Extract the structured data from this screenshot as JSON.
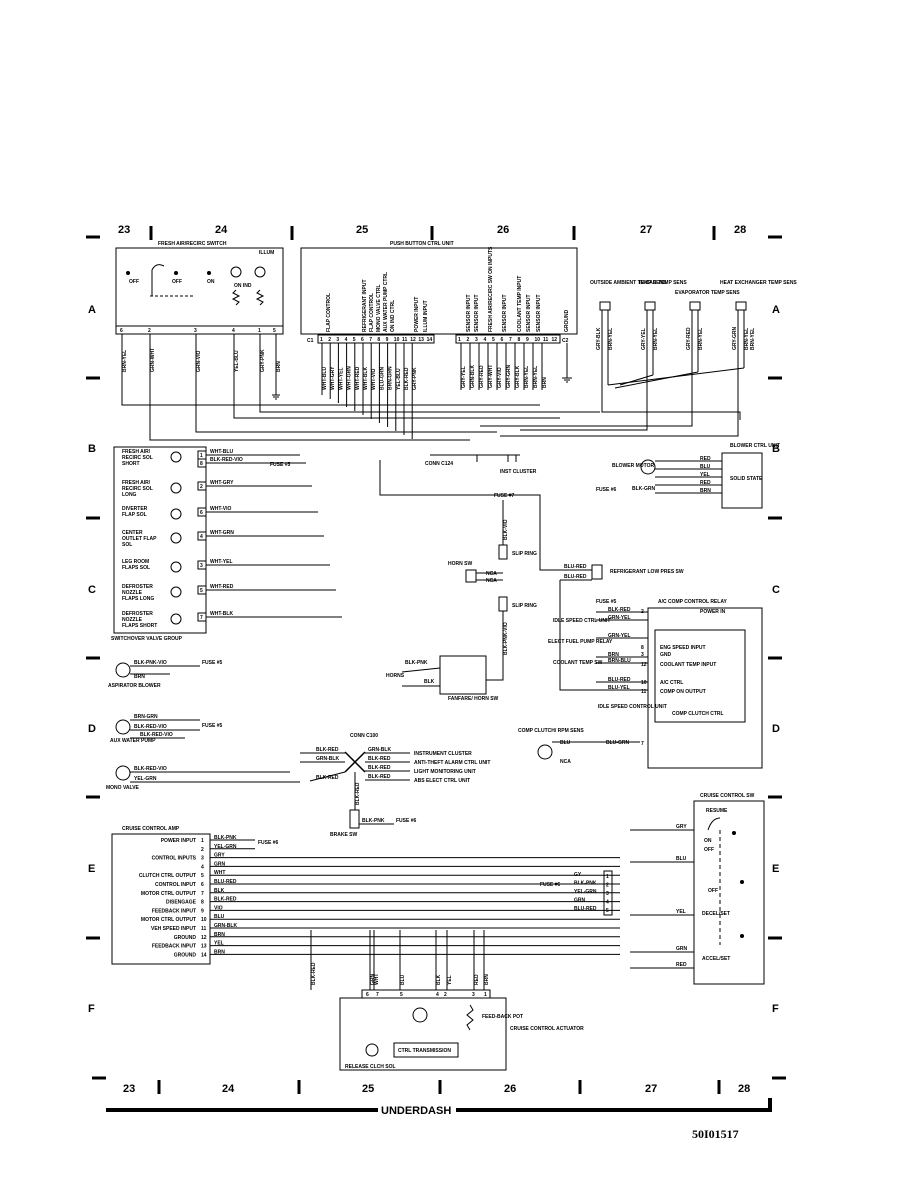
{
  "grid": {
    "columns": [
      "23",
      "24",
      "25",
      "26",
      "27",
      "28"
    ],
    "rows": [
      "A",
      "B",
      "C",
      "D",
      "E",
      "F"
    ]
  },
  "footer": {
    "section": "UNDERDASH",
    "code": "50I01517"
  },
  "fresh_air_switch": {
    "title": "FRESH AIR/RECIRC SWITCH",
    "illum": "ILLUM",
    "off1": "OFF",
    "off2": "OFF",
    "on": "ON",
    "on_ind": "ON IND",
    "pins": [
      "6",
      "2",
      "3",
      "4",
      "1",
      "5"
    ],
    "wires": [
      "BRN-YEL",
      "GRN-WHT",
      "GRN-VIO",
      "YEL-BLU",
      "GRY-PNK",
      "BRN"
    ]
  },
  "push_button_unit": {
    "title": "PUSH BUTTON CTRL UNIT",
    "c1": "C1",
    "c2": "C2",
    "labels": [
      "FLAP CONTROL",
      "REFRIGERANT INPUT",
      "FLAP CONTROL",
      "MONO VALVE CTRL",
      "AUX WATER PUMP CTRL",
      "ON IND CTRL",
      "POWER INPUT",
      "ILLUM INPUT",
      "SENSOR INPUT",
      "SENSOR INPUT",
      "FRESH AIR/RECIRC SW ON INPUTS",
      "SENSOR INPUT",
      "COOLANT TEMP INPUT",
      "SENSOR INPUT",
      "SENSOR INPUT",
      "GROUND"
    ],
    "c1_pins": [
      "1",
      "2",
      "3",
      "4",
      "5",
      "6",
      "7",
      "8",
      "9",
      "10",
      "11",
      "12",
      "13",
      "14"
    ],
    "c2_pins": [
      "1",
      "2",
      "3",
      "4",
      "5",
      "6",
      "7",
      "8",
      "9",
      "10",
      "11",
      "12"
    ],
    "c1_wires": [
      "WHT-BLU",
      "WHT-GRY",
      "WHT-YEL",
      "WHT-GRN",
      "WHT-RED",
      "WHT-BLK",
      "WHT-VIO",
      "BLU-GRN",
      "BRN-GRN",
      "YEL-BLU",
      "BLK-RED",
      "GRY-PNK"
    ],
    "c2_wires": [
      "GRY-YEL",
      "GRN-BLK",
      "GRY-RED",
      "GRY-WHT",
      "GRY-VIO",
      "GRY-GRN",
      "GRY-BLK",
      "BRN-YEL",
      "BRN-YEL",
      "BRN"
    ]
  },
  "sensors": [
    {
      "name": "OUTSIDE AMBIENT TEMP SENS",
      "wires": [
        "GRY-BLK",
        "BRN-YEL"
      ]
    },
    {
      "name": "IN-CAR TEMP SENS",
      "wires": [
        "GRY-YEL",
        "BRN-YEL"
      ]
    },
    {
      "name": "EVAPORATOR TEMP SENS",
      "wires": [
        "GRY-RED",
        "BRN-YEL"
      ]
    },
    {
      "name": "HEAT EXCHANGER TEMP SENS",
      "wires": [
        "GRY-GRN",
        "BRN-YEL",
        "BRN-YEL"
      ]
    }
  ],
  "switchover": {
    "group": "SWITCHOVER VALVE GROUP",
    "items": [
      {
        "name": "FRESH AIR/ RECIRC SOL SHORT",
        "pin": "1",
        "wire": "WHT-BLU"
      },
      {
        "name": "",
        "pin": "8",
        "wire": "BLK-RED-VIO"
      },
      {
        "name": "FRESH AIR/ RECIRC SOL LONG",
        "pin": "2",
        "wire": "WHT-GRY"
      },
      {
        "name": "DIVERTER FLAP SOL",
        "pin": "6",
        "wire": "WHT-VIO"
      },
      {
        "name": "CENTER OUTLET FLAP SOL",
        "pin": "4",
        "wire": "WHT-GRN"
      },
      {
        "name": "LEG ROOM FLAPS SOL",
        "pin": "3",
        "wire": "WHT-YEL"
      },
      {
        "name": "DEFROSTER NOZZLE FLAPS LONG",
        "pin": "5",
        "wire": "WHT-RED"
      },
      {
        "name": "DEFROSTER NOZZLE FLAPS SHORT",
        "pin": "7",
        "wire": "WHT-BLK"
      }
    ],
    "fuse5": "FUSE #5"
  },
  "blower": {
    "unit": "BLOWER CTRL UNIT",
    "motor": "BLOWER MOTOR",
    "state": "SOLID STATE",
    "wires": [
      "RED",
      "BLU",
      "YEL",
      "RED",
      "BRN"
    ],
    "fuse": "FUSE #6",
    "fuse_wire": "BLK-GRN"
  },
  "conn_c124": "CONN C124",
  "inst_cluster": "INST CLUSTER",
  "fuse_mid": "FUSE #5",
  "horn": {
    "fuse7": "FUSE #7",
    "wire_top": "BLK-VIO",
    "slip_ring": "SLIP RING",
    "horn_sw": "HORN SW",
    "nca": "NCA",
    "wire_bottom": "BLK-PNK-VIO",
    "horns": "HORNS",
    "blk_pnk": "BLK-PNK",
    "blk": "BLK",
    "fanfare": "FANFARE/ HORN SW"
  },
  "refrigerant": {
    "name": "REFRIGERANT LOW PRES SW",
    "wires": [
      "BLU-RED",
      "BLU-RED"
    ]
  },
  "ac_relay": {
    "title": "A/C COMP CONTROL RELAY",
    "fuse": "FUSE #5",
    "idle_ctrl": "IDLE SPEED CTRL UNIT",
    "elect_fuel": "ELECT FUEL PUMP RELAY",
    "coolant": "COOLANT TEMP SW",
    "idle_ctrl2": "IDLE SPEED CONTROL UNIT",
    "wires": [
      "BLK-RED",
      "GRN-YEL",
      "GRN-YEL",
      "BRN",
      "BRN-BLU",
      "BLU-RED",
      "BLU-YEL"
    ],
    "pins": [
      "2",
      "8",
      "3",
      "12",
      "10",
      "11"
    ],
    "inputs": [
      "POWER IN",
      "ENG SPEED INPUT",
      "GND",
      "COOLANT TEMP INPUT",
      "A/C CTRL",
      "COMP ON OUTPUT"
    ],
    "clutch_ctrl": "COMP CLUTCH CTRL",
    "comp_clutch": "COMP CLUTCH/ RPM SENS",
    "blu": "BLU",
    "blu_grn": "BLU-GRN",
    "nca": "NCA",
    "pin7": "7"
  },
  "aspirator": {
    "name": "ASPIRATOR BLOWER",
    "wires": [
      "BLK-PNK-VIO",
      "BRN"
    ],
    "fuse": "FUSE #5"
  },
  "aux_pump": {
    "name": "AUX WATER PUMP",
    "wires": [
      "BRN-GRN",
      "BLK-RED-VIO",
      "BLK-RED-VIO"
    ],
    "fuse": "FUSE #5"
  },
  "mono_valve": {
    "name": "MONO VALVE",
    "wires": [
      "BLK-RED-VIO",
      "YEL-GRN"
    ]
  },
  "conn_c100": {
    "name": "CONN C100",
    "wires_left": [
      "BLK-RED",
      "GRN-BLK",
      "BLK-RED"
    ],
    "wires_right": [
      "GRN-BLK",
      "BLK-RED",
      "BLK-RED",
      "BLK-RED"
    ],
    "dest": [
      "INSTRUMENT CLUSTER",
      "ANTI-THEFT ALARM CTRL UNIT",
      "LIGHT MONITORING UNIT",
      "ABS ELECT CTRL UNIT"
    ],
    "brake_sw": "BRAKE SW",
    "brake_wire": "BLK-RED",
    "brake_fuse_wire": "BLK-PNK",
    "brake_fuse": "FUSE #6"
  },
  "cruise_amp": {
    "title": "CRUISE CONTROL AMP",
    "inputs": [
      "POWER INPUT",
      "",
      "CONTROL INPUTS",
      "",
      "CLUTCH CTRL OUTPUT",
      "CONTROL INPUT",
      "MOTOR CTRL OUTPUT",
      "DISENGAGE",
      "FEEDBACK INPUT",
      "MOTOR CTRL OUTPUT",
      "VEH SPEED INPUT",
      "GROUND",
      "FEEDBACK INPUT",
      "GROUND"
    ],
    "pins": [
      "1",
      "2",
      "3",
      "4",
      "5",
      "6",
      "7",
      "8",
      "9",
      "10",
      "11",
      "12",
      "13",
      "14"
    ],
    "wires": [
      "BLK-PNK",
      "YEL-GRN",
      "GRY",
      "GRN",
      "WHT",
      "BLU-RED",
      "BLK",
      "BLK-RED",
      "VIO",
      "BLU",
      "GRN-BLK",
      "BRN",
      "YEL",
      "BRN"
    ],
    "fuse": "FUSE #6"
  },
  "cruise_sw": {
    "title": "CRUISE CONTROL SW",
    "resume": "RESUME",
    "on": "ON",
    "off": "OFF",
    "off2": "OFF",
    "decel": "DECEL/SET",
    "accel": "ACCEL/SET",
    "wires": [
      "GRY",
      "BLU",
      "YEL",
      "GRN",
      "RED"
    ],
    "pins": [
      "1",
      "2",
      "3",
      "4",
      "5"
    ],
    "left_wires": [
      "GY",
      "BLK-PNK",
      "YEL-GRN",
      "GRN",
      "BLU-RED"
    ],
    "fuse": "FUSE #6"
  },
  "actuator": {
    "name": "CRUISE CONTROL ACTUATOR",
    "pins": [
      "6",
      "7",
      "5",
      "4",
      "2",
      "3",
      "1"
    ],
    "wires": [
      "BLK-RED",
      "GRN",
      "WHT",
      "BLU",
      "BLK",
      "YEL",
      "RED",
      "BRN"
    ],
    "feedback": "FEED-BACK POT",
    "ctrl": "CTRL TRANSMISSION",
    "release": "RELEASE CLCH SOL"
  }
}
